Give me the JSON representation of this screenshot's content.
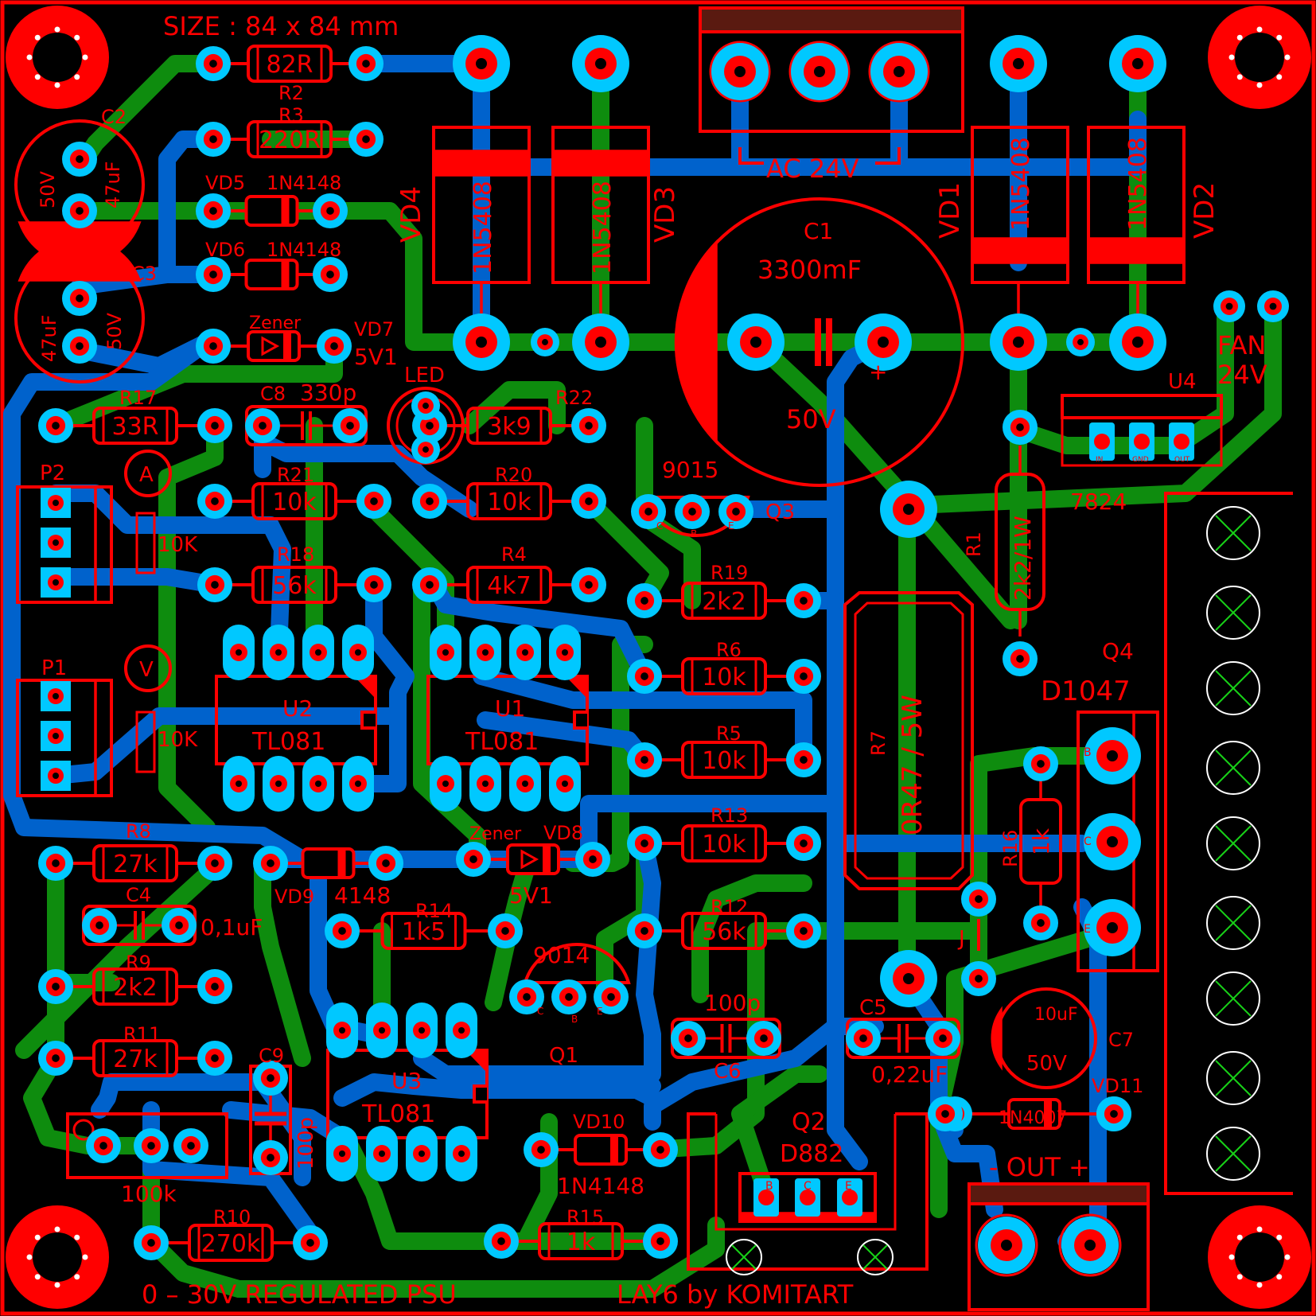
{
  "board": {
    "size_note": "SIZE : 84 x 84 mm",
    "title": "0 – 30V REGULATED PSU",
    "credit": "LAY6 by KOMITART",
    "colors": {
      "background": "#000000",
      "silk": "#ff0000",
      "bottom": "#0062cc",
      "top": "#0e8c0e",
      "pad": "#00c8ff"
    }
  },
  "labels": {
    "ac": "AC 24V",
    "fan1": "FAN",
    "fan2": "24V",
    "out": "-  OUT  +",
    "led": "LED",
    "meter_a": "A",
    "meter_v": "V",
    "jumper": "J",
    "q4_b": "B",
    "q4_c": "C",
    "q4_e": "E",
    "q2_b": "B",
    "q2_c": "C",
    "q2_e": "E",
    "q3_c": "C",
    "q3_b": "B",
    "q3_e": "E",
    "q1_c": "C",
    "q1_b": "B",
    "q1_e": "E",
    "u4_in": "IN",
    "u4_gnd": "GND",
    "u4_out": "OUT",
    "plus": "+"
  },
  "components": {
    "R2": {
      "ref": "R2",
      "value": "82R"
    },
    "R3": {
      "ref": "R3",
      "value": "220R"
    },
    "R17": {
      "ref": "R17",
      "value": "33R"
    },
    "R21": {
      "ref": "R21",
      "value": "10k"
    },
    "R18": {
      "ref": "R18",
      "value": "56k"
    },
    "R22": {
      "ref": "R22",
      "value": "3k9"
    },
    "R20": {
      "ref": "R20",
      "value": "10k"
    },
    "R4": {
      "ref": "R4",
      "value": "4k7"
    },
    "R19": {
      "ref": "R19",
      "value": "2k2"
    },
    "R6": {
      "ref": "R6",
      "value": "10k"
    },
    "R5": {
      "ref": "R5",
      "value": "10k"
    },
    "R13": {
      "ref": "R13",
      "value": "10k"
    },
    "R12": {
      "ref": "R12",
      "value": "56k"
    },
    "R14": {
      "ref": "R14",
      "value": "1k5"
    },
    "R8": {
      "ref": "R8",
      "value": "27k"
    },
    "R9": {
      "ref": "R9",
      "value": "2k2"
    },
    "R11": {
      "ref": "R11",
      "value": "27k"
    },
    "R10": {
      "ref": "R10",
      "value": "270k"
    },
    "R15": {
      "ref": "R15",
      "value": "1k"
    },
    "R1": {
      "ref": "R1",
      "value": "2k2/1W"
    },
    "R16": {
      "ref": "R16",
      "value": "1k"
    },
    "R7": {
      "ref": "R7",
      "value": "0R47 / 5W"
    },
    "C1": {
      "ref": "C1",
      "value": "3300mF",
      "voltage": "50V"
    },
    "C2": {
      "ref": "C2",
      "value": "47uF",
      "voltage": "50V"
    },
    "C3": {
      "ref": "C3",
      "value": "47uF",
      "voltage": "50V"
    },
    "C4": {
      "ref": "C4",
      "value": "0,1uF"
    },
    "C5": {
      "ref": "C5",
      "value": "0,22uF"
    },
    "C6": {
      "ref": "C6",
      "value": "100p"
    },
    "C7": {
      "ref": "C7",
      "value": "10uF",
      "voltage": "50V"
    },
    "C8": {
      "ref": "C8",
      "value": "330p"
    },
    "C9": {
      "ref": "C9",
      "value": "100p"
    },
    "VD1": {
      "ref": "VD1",
      "value": "1N5408"
    },
    "VD2": {
      "ref": "VD2",
      "value": "1N5408"
    },
    "VD3": {
      "ref": "VD3",
      "value": "1N5408"
    },
    "VD4": {
      "ref": "VD4",
      "value": "1N5408"
    },
    "VD5": {
      "ref": "VD5",
      "value": "1N4148"
    },
    "VD6": {
      "ref": "VD6",
      "value": "1N4148"
    },
    "VD7": {
      "ref": "VD7",
      "value": "5V1",
      "type": "Zener"
    },
    "VD8": {
      "ref": "VD8",
      "value": "5V1",
      "type": "Zener"
    },
    "VD9": {
      "ref": "VD9",
      "value": "4148"
    },
    "VD10": {
      "ref": "VD10",
      "value": "1N4148"
    },
    "VD11": {
      "ref": "VD11",
      "value": "1N4007"
    },
    "U1": {
      "ref": "U1",
      "value": "TL081"
    },
    "U2": {
      "ref": "U2",
      "value": "TL081"
    },
    "U3": {
      "ref": "U3",
      "value": "TL081"
    },
    "U4": {
      "ref": "U4",
      "value": "7824"
    },
    "Q1": {
      "ref": "Q1",
      "value": "9014"
    },
    "Q2": {
      "ref": "Q2",
      "value": "D882"
    },
    "Q3": {
      "ref": "Q3",
      "value": "9015"
    },
    "Q4": {
      "ref": "Q4",
      "value": "D1047"
    },
    "P1": {
      "ref": "P1",
      "value": "10K"
    },
    "P2": {
      "ref": "P2",
      "value": "10K"
    },
    "TRIM": {
      "ref": "",
      "value": "100k"
    }
  }
}
